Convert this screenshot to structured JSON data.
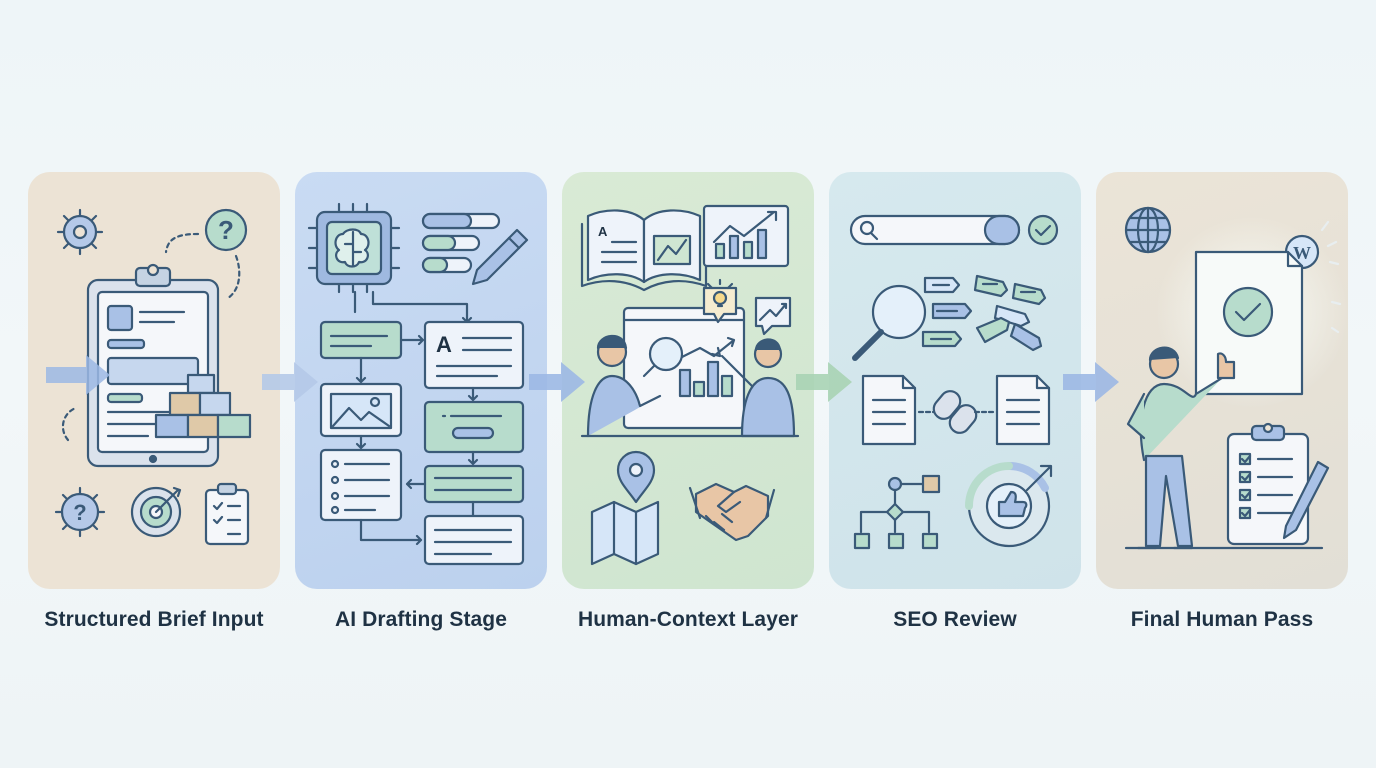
{
  "stages": [
    {
      "label": "Structured Brief Input"
    },
    {
      "label": "AI Drafting Stage"
    },
    {
      "label": "Human-Context Layer"
    },
    {
      "label": "SEO Review"
    },
    {
      "label": "Final Human Pass"
    }
  ],
  "icons": {
    "drafting_letter": "A",
    "book_letter": "A"
  },
  "colors": {
    "outline": "#3a5a78",
    "blue_accent": "#8fb0e0",
    "green_accent": "#a9d3a9",
    "text": "#1f3244"
  }
}
